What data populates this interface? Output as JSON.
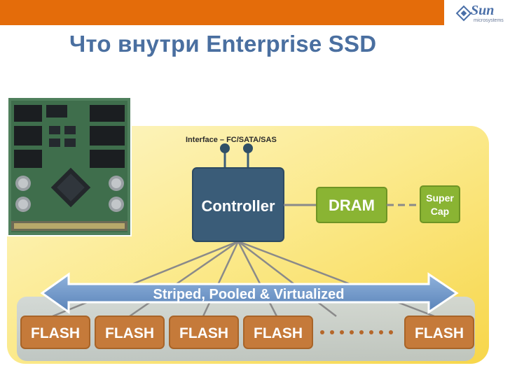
{
  "slide": {
    "title": "Что внутри Enterprise SSD",
    "logo_text": "Sun",
    "logo_subtext": "microsystems"
  },
  "diagram": {
    "interface_label": "Interface – FC/SATA/SAS",
    "controller_label": "Controller",
    "dram_label": "DRAM",
    "supercap_line1": "Super",
    "supercap_line2": "Cap",
    "arrow_label": "Striped, Pooled & Virtualized",
    "flash_labels": [
      "FLASH",
      "FLASH",
      "FLASH",
      "FLASH",
      "FLASH"
    ]
  },
  "colors": {
    "top_bar": "#e46c0a",
    "title": "#4a6fa0",
    "controller": "#3a5c78",
    "dram": "#8ab433",
    "flash": "#c57a3a",
    "arrow": "#6d95c4",
    "background_panel": "#fbe98a"
  }
}
